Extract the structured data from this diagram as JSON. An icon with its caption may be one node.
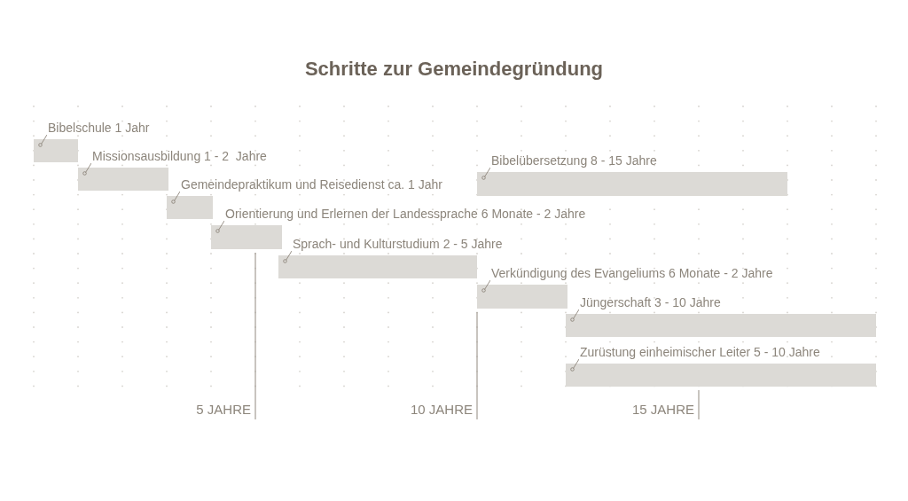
{
  "diagram": {
    "title": "Schritte zur Gemeindegründung",
    "nodes": [
      {
        "text": [
          "Bibelschule 1 Jahr"
        ]
      },
      {
        "text": [
          "Missionsausbildung 1 - 2  Jahre"
        ]
      },
      {
        "text": [
          "Bibelübersetzung 8 - 15 Jahre"
        ]
      },
      {
        "text": [
          "Gemeindepraktikum und Reisedienst ca. 1 Jahr"
        ]
      },
      {
        "text": [
          "Orientierung und Erlernen der Landessprache 6 Monate - 2 Jahre"
        ]
      },
      {
        "text": [
          "Sprach- und Kulturstudium 2 - 5 Jahre"
        ]
      },
      {
        "text": [
          "Verkündigung des Evangeliums 6 Monate - 2 Jahre"
        ]
      },
      {
        "text": [
          "Jüngerschaft 3 - 10 Jahre"
        ]
      },
      {
        "text": [
          "Zurüstung einheimischer Leiter 5 - 10 Jahre"
        ]
      }
    ],
    "labels": [
      "5 JAHRE",
      "10 JAHRE",
      "15 JAHRE"
    ]
  }
}
